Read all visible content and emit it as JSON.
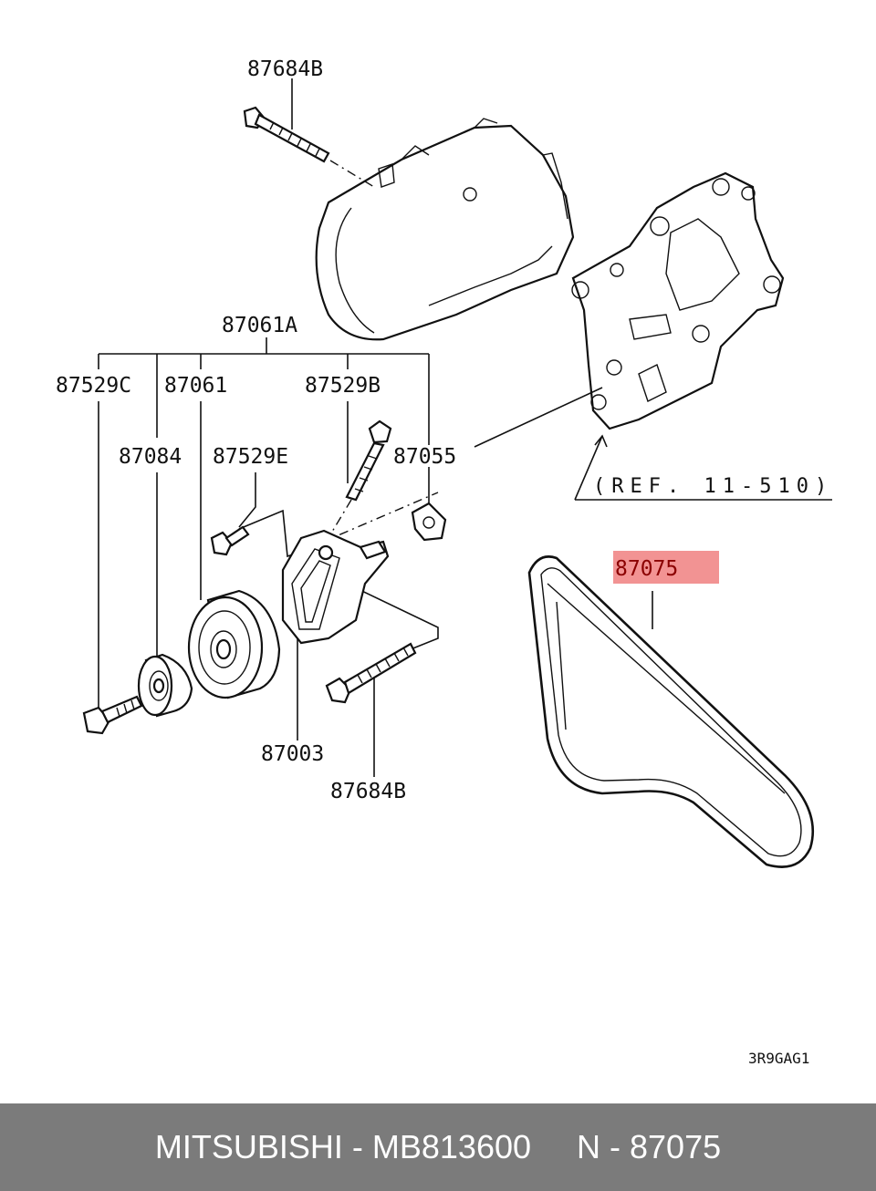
{
  "diagram": {
    "labels": {
      "top_bolt": "87684B",
      "assembly": "87061A",
      "bolt_left": "87529C",
      "tensioner_pulley": "87061",
      "bolt_right": "87529B",
      "idler": "87084",
      "bolt_small": "87529E",
      "bracket_clip": "87055",
      "tensioner_arm": "87003",
      "bottom_bolt": "87684B",
      "belt": "87075"
    },
    "reference": "(REF. 11-510)",
    "diagram_code": "3R9GAG1",
    "highlight_color": "#f08080"
  },
  "footer": {
    "text": "MITSUBISHI - MB813600     N - 87075"
  }
}
